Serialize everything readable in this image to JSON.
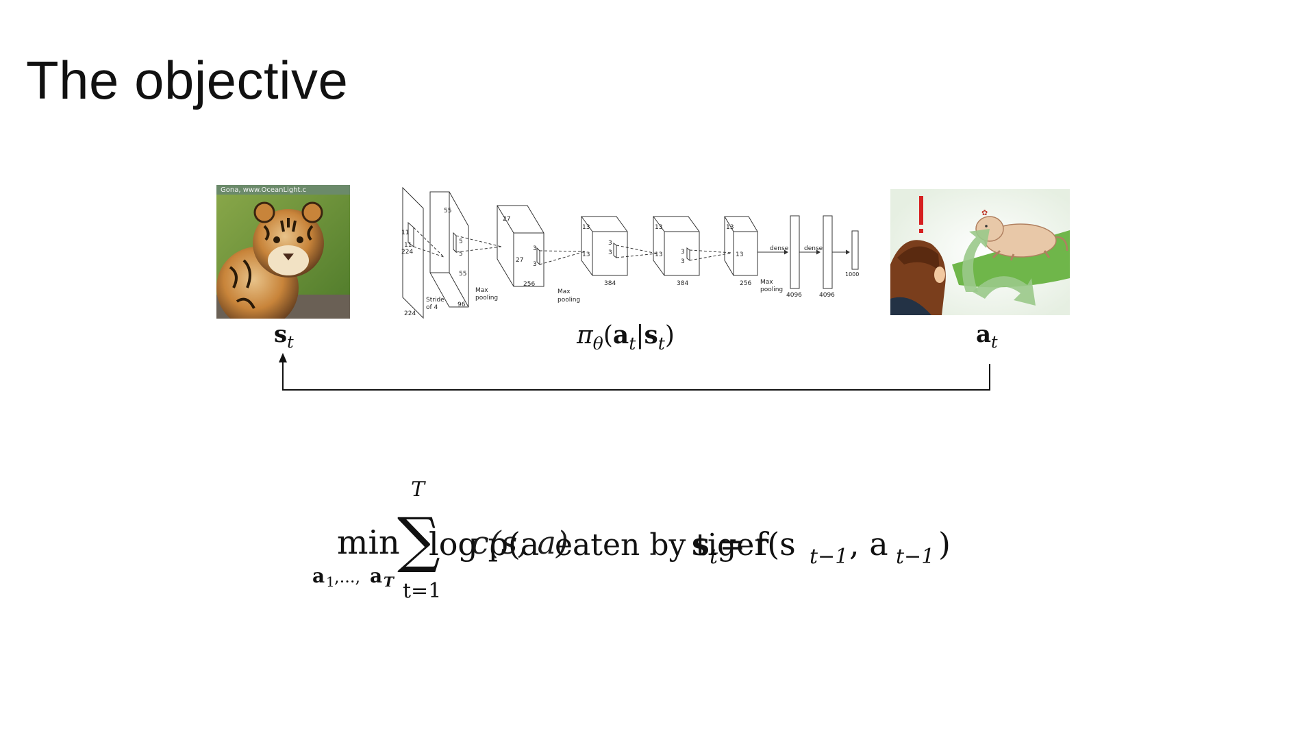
{
  "slide": {
    "title": "The objective"
  },
  "labels": {
    "state_symbol": "s",
    "state_subscript": "t",
    "policy_symbol": "π",
    "policy_theta": "θ",
    "policy_open": "(",
    "policy_a": "a",
    "policy_a_sub": "t",
    "policy_bar": "|",
    "policy_s": "s",
    "policy_s_sub": "t",
    "policy_close": ")",
    "action_symbol": "a",
    "action_subscript": "t"
  },
  "cnn": {
    "labels": [
      "224",
      "224",
      "11",
      "11",
      "Stride",
      "of 4",
      "55",
      "55",
      "96",
      "5",
      "5",
      "Max",
      "pooling",
      "27",
      "27",
      "256",
      "3",
      "3",
      "Max",
      "pooling",
      "13",
      "13",
      "384",
      "3",
      "3",
      "13",
      "13",
      "384",
      "3",
      "3",
      "13",
      "13",
      "256",
      "Max",
      "pooling",
      "dense",
      "dense",
      "4096",
      "4096",
      "1000"
    ]
  },
  "formula": {
    "min": "min",
    "min_sub_a1": "a",
    "min_sub_1": "1",
    "min_sub_dots": ",...,",
    "min_sub_aT": "a",
    "min_sub_T": "T",
    "sum_symbol": "∑",
    "sum_upper": "T",
    "sum_lower": "t=1",
    "layer1": "log p(a",
    "layer1_sub": "t",
    "layer1_rest": ")",
    "layer2": "c(s, a)",
    "layer3": "eaten by tiger",
    "layer4": "s",
    "layer4_sub": "t",
    "layer4_rest": " = f(s",
    "layer4_sub2": "t−1",
    "layer4_rest2": ", a",
    "layer4_sub3": "t−1",
    "layer4_close": ")"
  },
  "colors": {
    "text": "#111111",
    "arrow": "#111111",
    "grass": "#5f9a35",
    "tiger_orange": "#c8843a",
    "lion": "#e8c8a8",
    "arrow_green": "#9ac98a"
  }
}
